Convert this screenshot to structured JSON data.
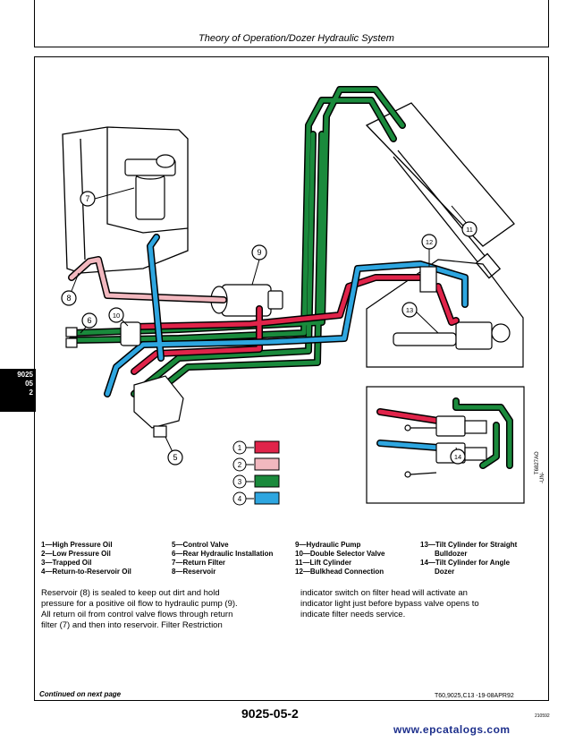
{
  "header": {
    "title": "Theory of Operation/Dozer Hydraulic System"
  },
  "side_tab": {
    "line1": "9025",
    "line2": "05",
    "line3": "2"
  },
  "callouts": [
    "7",
    "8",
    "6",
    "10",
    "9",
    "5",
    "12",
    "13",
    "11",
    "14"
  ],
  "key": {
    "items": [
      {
        "num": "1",
        "color": "#e0244a"
      },
      {
        "num": "2",
        "color": "#f2b8bf"
      },
      {
        "num": "3",
        "color": "#1a8a3c"
      },
      {
        "num": "4",
        "color": "#2ea6e0"
      }
    ]
  },
  "vertical_codes": {
    "code1": "T6827AO",
    "code2": "-UN-"
  },
  "legend": {
    "col1": [
      "1—High Pressure Oil",
      "2—Low Pressure Oil",
      "3—Trapped Oil",
      "4—Return-to-Reservoir Oil"
    ],
    "col2": [
      "5—Control Valve",
      "6—Rear Hydraulic Installation",
      "7—Return Filter",
      "8—Reservoir"
    ],
    "col3": [
      "9—Hydraulic Pump",
      "10—Double Selector Valve",
      "11—Lift Cylinder",
      "12—Bulkhead Connection"
    ],
    "col4": [
      "13—Tilt Cylinder for Straight",
      "Bulldozer",
      "14—Tilt Cylinder for Angle",
      "Dozer"
    ]
  },
  "body": {
    "left": [
      "Reservoir (8) is sealed to keep out dirt and hold",
      "pressure for a positive oil flow to hydraulic pump (9).",
      "All return oil from control valve flows through return",
      "filter (7) and then into reservoir. Filter Restriction"
    ],
    "right": [
      "indicator switch on filter head will activate an",
      "indicator light just before bypass valve opens to",
      "indicate filter needs service."
    ]
  },
  "footer": {
    "continued": "Continued on next page",
    "ref_code": "T60,9025,C13     -19-08APR92",
    "page_number": "9025-05-2",
    "doc_id": "210592",
    "website": "www.epcatalogs.com"
  }
}
